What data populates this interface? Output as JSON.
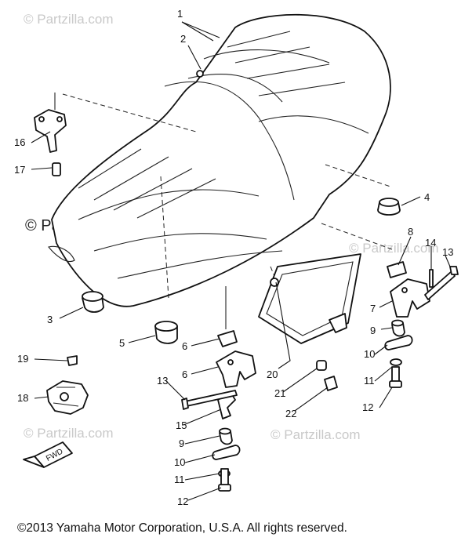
{
  "watermark": {
    "small": "© Partzilla.com",
    "large": "© Partzilla.com"
  },
  "copyright": "©2013  Yamaha Motor Corporation, U.S.A. All rights reserved.",
  "fwd_label": "FWD",
  "callouts": {
    "c1": "1",
    "c2": "2",
    "c3": "3",
    "c4": "4",
    "c5": "5",
    "c6a": "6",
    "c6b": "6",
    "c7": "7",
    "c8": "8",
    "c9a": "9",
    "c9b": "9",
    "c10a": "10",
    "c10b": "10",
    "c11a": "11",
    "c11b": "11",
    "c12a": "12",
    "c12b": "12",
    "c13a": "13",
    "c13b": "13",
    "c14": "14",
    "c15": "15",
    "c16": "16",
    "c17": "17",
    "c18": "18",
    "c19": "19",
    "c20": "20",
    "c21": "21",
    "c22": "22"
  }
}
